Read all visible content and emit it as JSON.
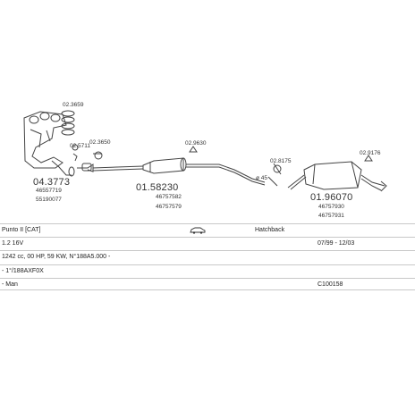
{
  "parts": {
    "manifold": "04.3773",
    "manifold_ref_1": "46557719",
    "manifold_ref_2": "55190077",
    "bolt_top": "02.3659",
    "clip_a": "02.5711",
    "clip_b": "02.3650",
    "center_box": "01.58230",
    "center_ref_1": "46757582",
    "center_ref_2": "46757579",
    "hanger_mid": "02.9630",
    "clamp_label": "02.8175",
    "clamp_sub": "ø 45",
    "rear_box": "01.96070",
    "rear_ref_1": "46757930",
    "rear_ref_2": "46757931",
    "hanger_rear": "02.9176"
  },
  "spec": {
    "model": "Punto II [CAT]",
    "body_type": "Hatchback",
    "engine": "1.2 16V",
    "years": "07/99 - 12/03",
    "displacement": "1242 cc, 00 HP, 59 KW, N°188A5.000 -",
    "gearbox": "- 1°/188AXF0X",
    "transmission": "- Man",
    "code": "C100158"
  }
}
